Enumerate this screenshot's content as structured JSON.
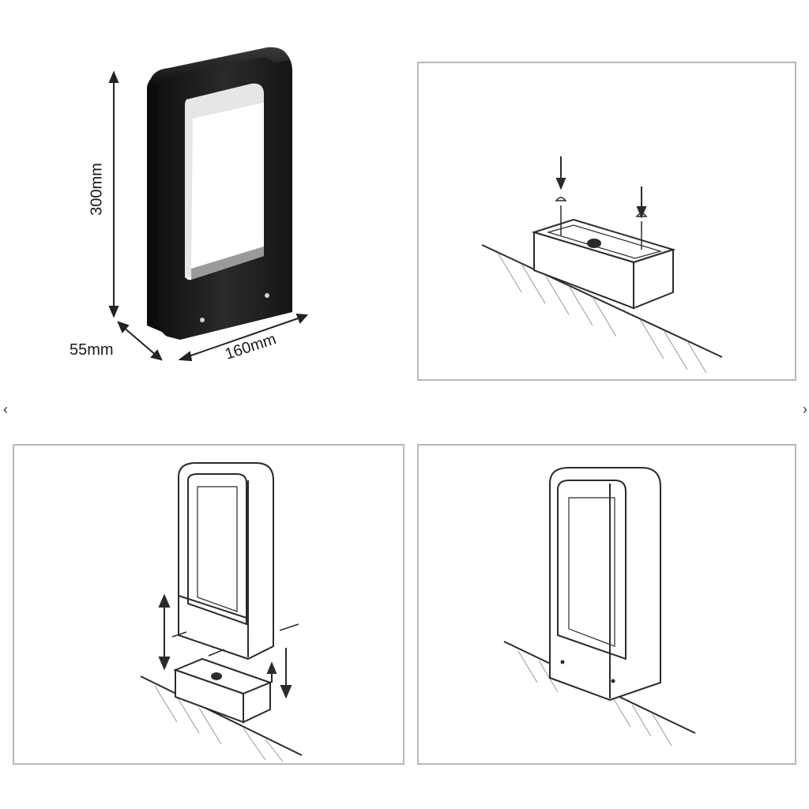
{
  "dimensions": {
    "height_label": "300mm",
    "depth_label": "55mm",
    "width_label": "160mm"
  },
  "navigation": {
    "prev_glyph": "‹",
    "next_glyph": "›"
  },
  "colors": {
    "product_body": "#1c1c1c",
    "line_art": "#2b2b2b",
    "panel_border": "#b9b9b9"
  }
}
